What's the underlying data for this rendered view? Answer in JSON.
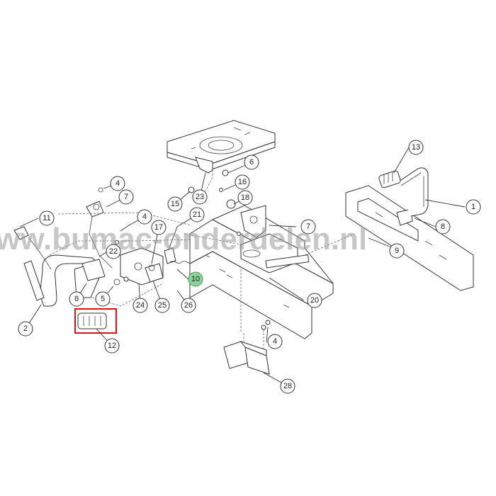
{
  "watermark": "www.bumac-onderdelen.nl",
  "callouts": [
    {
      "id": "c1",
      "label": "1"
    },
    {
      "id": "c2",
      "label": "2"
    },
    {
      "id": "c4a",
      "label": "4"
    },
    {
      "id": "c4b",
      "label": "4"
    },
    {
      "id": "c4c",
      "label": "4"
    },
    {
      "id": "c5",
      "label": "5"
    },
    {
      "id": "c6",
      "label": "6"
    },
    {
      "id": "c7a",
      "label": "7"
    },
    {
      "id": "c7b",
      "label": "7"
    },
    {
      "id": "c8a",
      "label": "8"
    },
    {
      "id": "c8b",
      "label": "8"
    },
    {
      "id": "c9",
      "label": "9"
    },
    {
      "id": "c10",
      "label": "10",
      "highlight": true
    },
    {
      "id": "c11",
      "label": "11"
    },
    {
      "id": "c12",
      "label": "12"
    },
    {
      "id": "c13",
      "label": "13"
    },
    {
      "id": "c15",
      "label": "15"
    },
    {
      "id": "c16",
      "label": "16"
    },
    {
      "id": "c17",
      "label": "17"
    },
    {
      "id": "c18",
      "label": "18"
    },
    {
      "id": "c20",
      "label": "20"
    },
    {
      "id": "c21",
      "label": "21"
    },
    {
      "id": "c22",
      "label": "22"
    },
    {
      "id": "c23",
      "label": "23"
    },
    {
      "id": "c24",
      "label": "24"
    },
    {
      "id": "c25",
      "label": "25"
    },
    {
      "id": "c26",
      "label": "26"
    },
    {
      "id": "c28",
      "label": "28"
    }
  ],
  "colors": {
    "highlight_fill": "#8fd19e",
    "highlight_box": "#dd1111",
    "line": "#333333"
  }
}
